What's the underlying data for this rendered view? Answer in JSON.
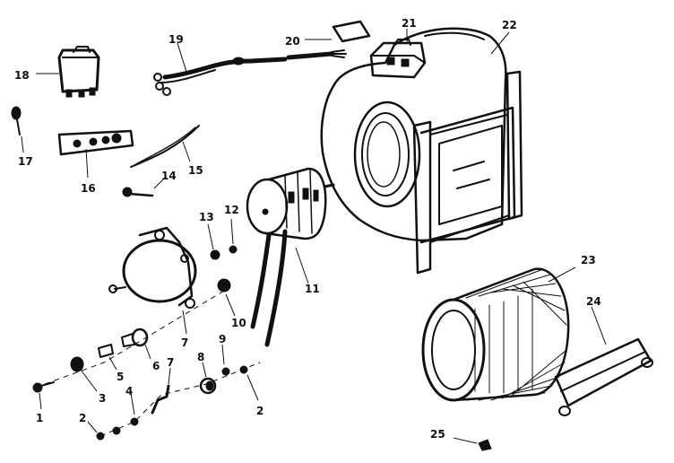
{
  "callouts": {
    "c1": "1",
    "c2a": "2",
    "c2b": "2",
    "c3": "3",
    "c4": "4",
    "c5": "5",
    "c6": "6",
    "c7a": "7",
    "c7b": "7",
    "c8": "8",
    "c9": "9",
    "c10": "10",
    "c11": "11",
    "c12": "12",
    "c13": "13",
    "c14": "14",
    "c15": "15",
    "c16": "16",
    "c17": "17",
    "c18": "18",
    "c19": "19",
    "c20": "20",
    "c21": "21",
    "c22": "22",
    "c23": "23",
    "c24": "24",
    "c25": "25"
  },
  "parts": [
    "screw",
    "lockwasher",
    "nut",
    "washer",
    "bushing",
    "spacer",
    "bracket",
    "nut",
    "washer",
    "grommet",
    "motor",
    "screw",
    "washer",
    "screw",
    "wire",
    "terminal-block",
    "screw",
    "relay",
    "harness",
    "wire-leads",
    "capacitor",
    "blower-housing",
    "blower-wheel",
    "cutoff-plate",
    "screw"
  ]
}
